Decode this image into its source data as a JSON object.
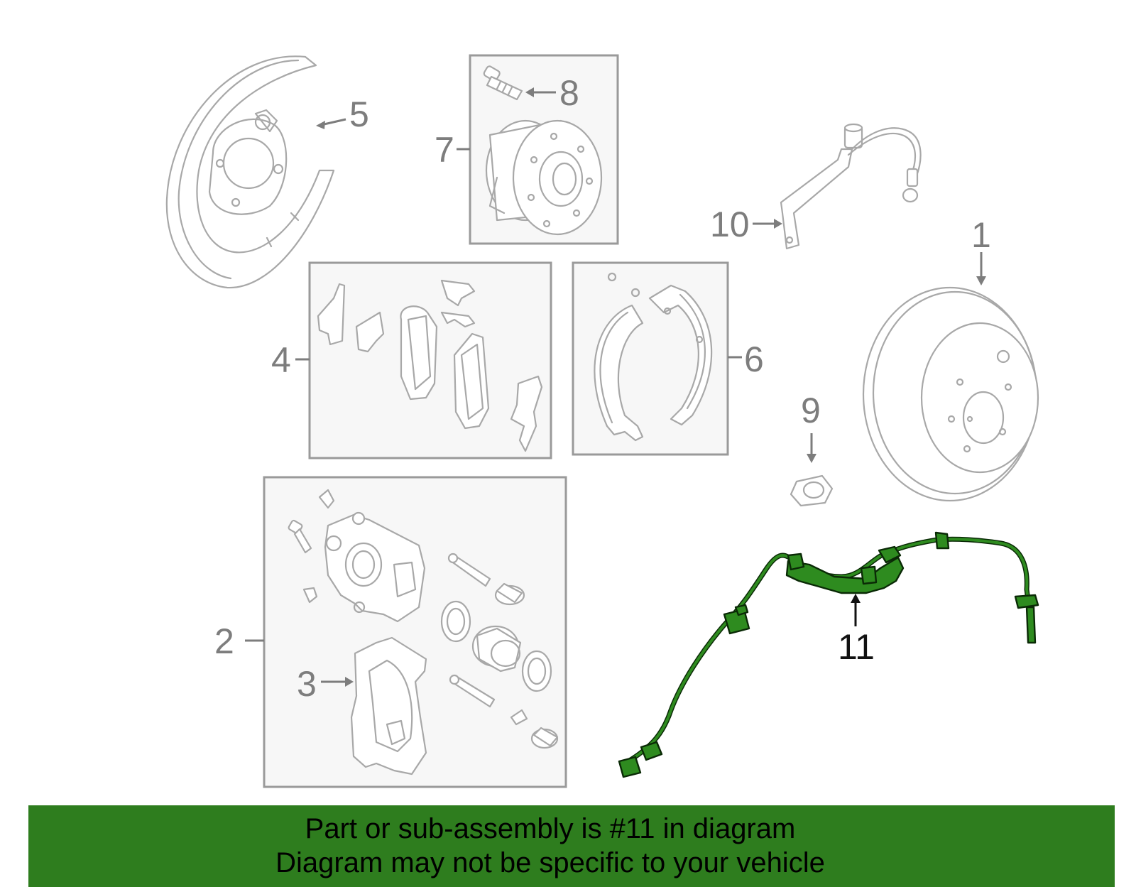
{
  "callouts": {
    "c1": "1",
    "c2": "2",
    "c3": "3",
    "c4": "4",
    "c5": "5",
    "c6": "6",
    "c7": "7",
    "c8": "8",
    "c9": "9",
    "c10": "10",
    "c11": "11"
  },
  "highlighted_part": "11",
  "colors": {
    "highlight": "#2e8b1f",
    "banner": "#2e7d1e",
    "part_outline": "#a8a8a8"
  },
  "banner": {
    "line1": "Part or sub-assembly is #11 in diagram",
    "line2": "Diagram may not be specific to your vehicle"
  }
}
